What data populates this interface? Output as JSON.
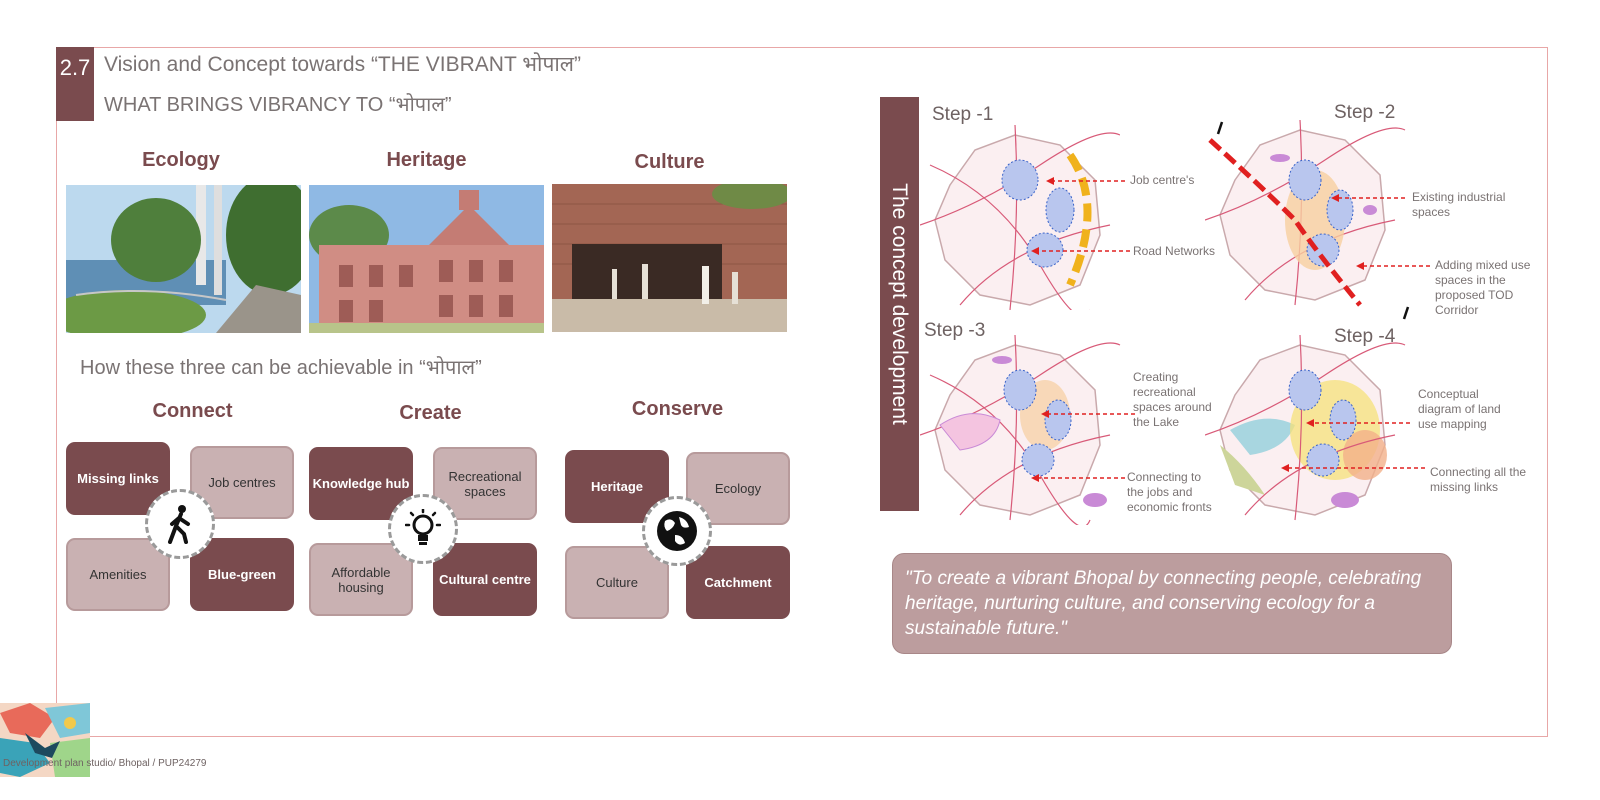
{
  "header": {
    "section_number": "2.7",
    "title_line1": "Vision and Concept towards “THE VIBRANT भोपाल”",
    "title_line2": "WHAT BRINGS VIBRANCY TO “भोपाल”"
  },
  "categories": [
    {
      "label": "Ecology"
    },
    {
      "label": "Heritage"
    },
    {
      "label": "Culture"
    }
  ],
  "question": "How  these three can be achievable in  “भोपाल”",
  "groups": [
    {
      "title": "Connect",
      "hub_icon": "walking-person-icon",
      "tiles": [
        "Missing links",
        "Job centres",
        "Amenities",
        "Blue-green"
      ]
    },
    {
      "title": "Create",
      "hub_icon": "lightbulb-icon",
      "tiles": [
        "Knowledge hub",
        "Recreational spaces",
        "Affordable housing",
        "Cultural centre"
      ]
    },
    {
      "title": "Conserve",
      "hub_icon": "globe-icon",
      "tiles": [
        "Heritage",
        "Ecology",
        "Culture",
        "Catchment"
      ]
    }
  ],
  "concept": {
    "vertical_label": "The concept development",
    "steps": [
      {
        "label": "Step -1",
        "annotations": [
          "Job centre's",
          "Road Networks"
        ]
      },
      {
        "label": "Step -2",
        "annotations": [
          "Existing industrial spaces",
          "Adding mixed use spaces in the proposed TOD Corridor"
        ]
      },
      {
        "label": "Step -3",
        "annotations": [
          "Creating recreational spaces around the Lake",
          "Connecting to the jobs and economic fronts"
        ]
      },
      {
        "label": "Step -4",
        "annotations": [
          "Conceptual diagram of land use mapping",
          "Connecting all the missing links"
        ]
      }
    ]
  },
  "vision_quote": "\"To create a vibrant Bhopal by connecting people, celebrating heritage, nurturing culture, and conserving ecology for a sustainable future.\"",
  "footer": "Development plan studio/ Bhopal / PUP24279",
  "colors": {
    "accent": "#7a4b4e",
    "tile_light": "#c9b1b2",
    "quote_bg": "#bc9d9e",
    "frame": "#e8a7a7",
    "arrow_red": "#e02020"
  }
}
